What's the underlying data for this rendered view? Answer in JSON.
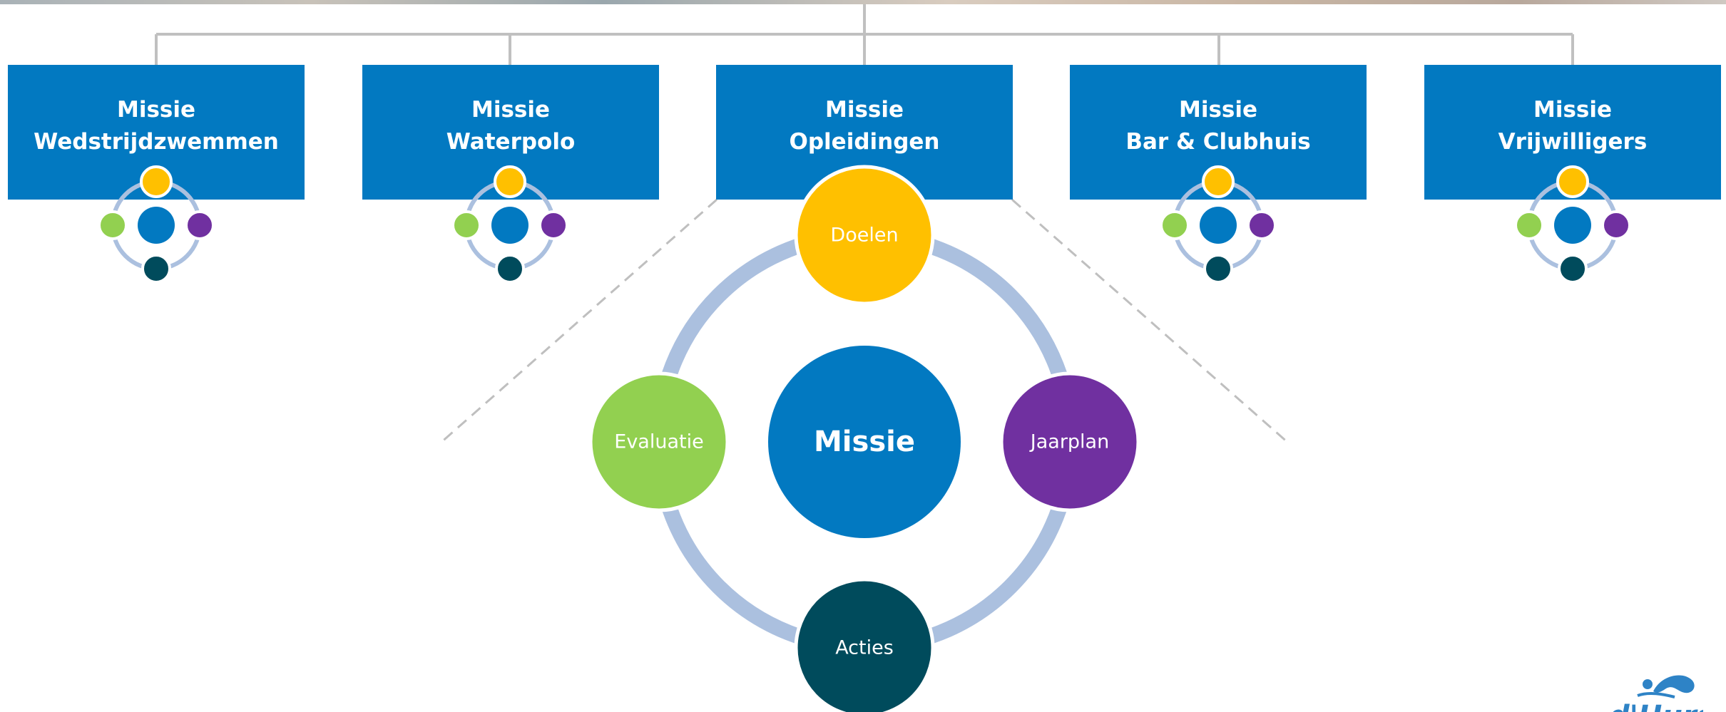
{
  "org_chart": {
    "boxes": [
      {
        "line1": "Missie",
        "line2": "Wedstrijdzwemmen"
      },
      {
        "line1": "Missie",
        "line2": "Waterpolo"
      },
      {
        "line1": "Missie",
        "line2": "Opleidingen"
      },
      {
        "line1": "Missie",
        "line2": "Bar & Clubhuis"
      },
      {
        "line1": "Missie",
        "line2": "Vrijwilligers"
      }
    ],
    "colors": {
      "box": "#0279c1",
      "connector": "#c0c0c0",
      "ring": "#abc0df",
      "zoom_line": "#bfbfbf"
    }
  },
  "cycle": {
    "center": {
      "label": "Missie",
      "color": "#0279c1"
    },
    "nodes": {
      "top": {
        "label": "Doelen",
        "color": "#ffc000"
      },
      "right": {
        "label": "Jaarplan",
        "color": "#7030a0"
      },
      "bottom": {
        "label": "Acties",
        "color": "#004b5c"
      },
      "left": {
        "label": "Evaluatie",
        "color": "#92d050"
      }
    }
  },
  "logo": {
    "text": "d'Hurst",
    "icon": "swimmer-logo-icon"
  }
}
